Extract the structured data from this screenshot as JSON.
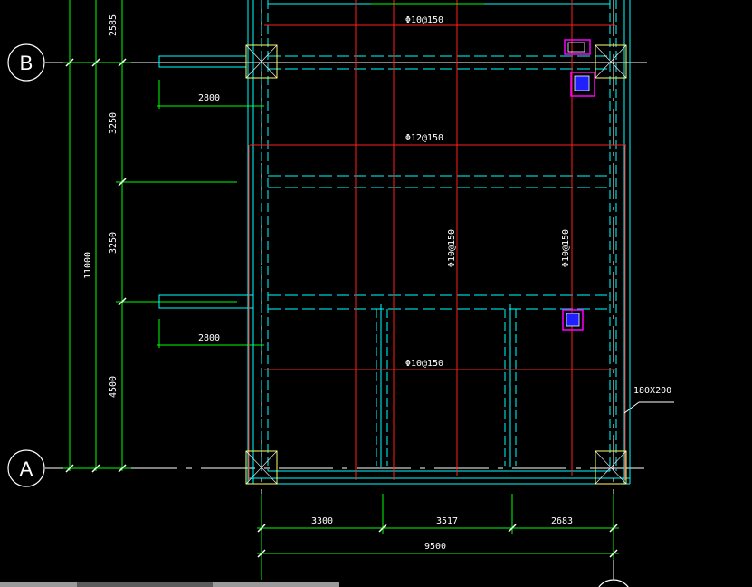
{
  "axes": {
    "b": "B",
    "a": "A"
  },
  "dimensions_vertical": {
    "top": "2585",
    "upper": "3250",
    "middle": "3250",
    "lower": "4500",
    "total": "11000"
  },
  "dimensions_horizontal": {
    "left": "3300",
    "middle": "3517",
    "right": "2683",
    "total": "9500",
    "upper_cantilever": "2800",
    "lower_cantilever": "2800"
  },
  "rebar_labels": {
    "top": "Φ10@150",
    "middle": "Φ12@150",
    "bottom": "Φ10@150",
    "vertical_left": "Φ10@150",
    "vertical_right": "Φ10@150"
  },
  "beam_label": "180X200",
  "colors": {
    "background": "#000000",
    "grid_axis": "#ffffff",
    "dimension": "#00ff00",
    "beam": "#00ffff",
    "rebar": "#ff2020",
    "column_box": "#ffffff",
    "embed": "#ff00ff",
    "embed_fill": "#2020ff"
  }
}
